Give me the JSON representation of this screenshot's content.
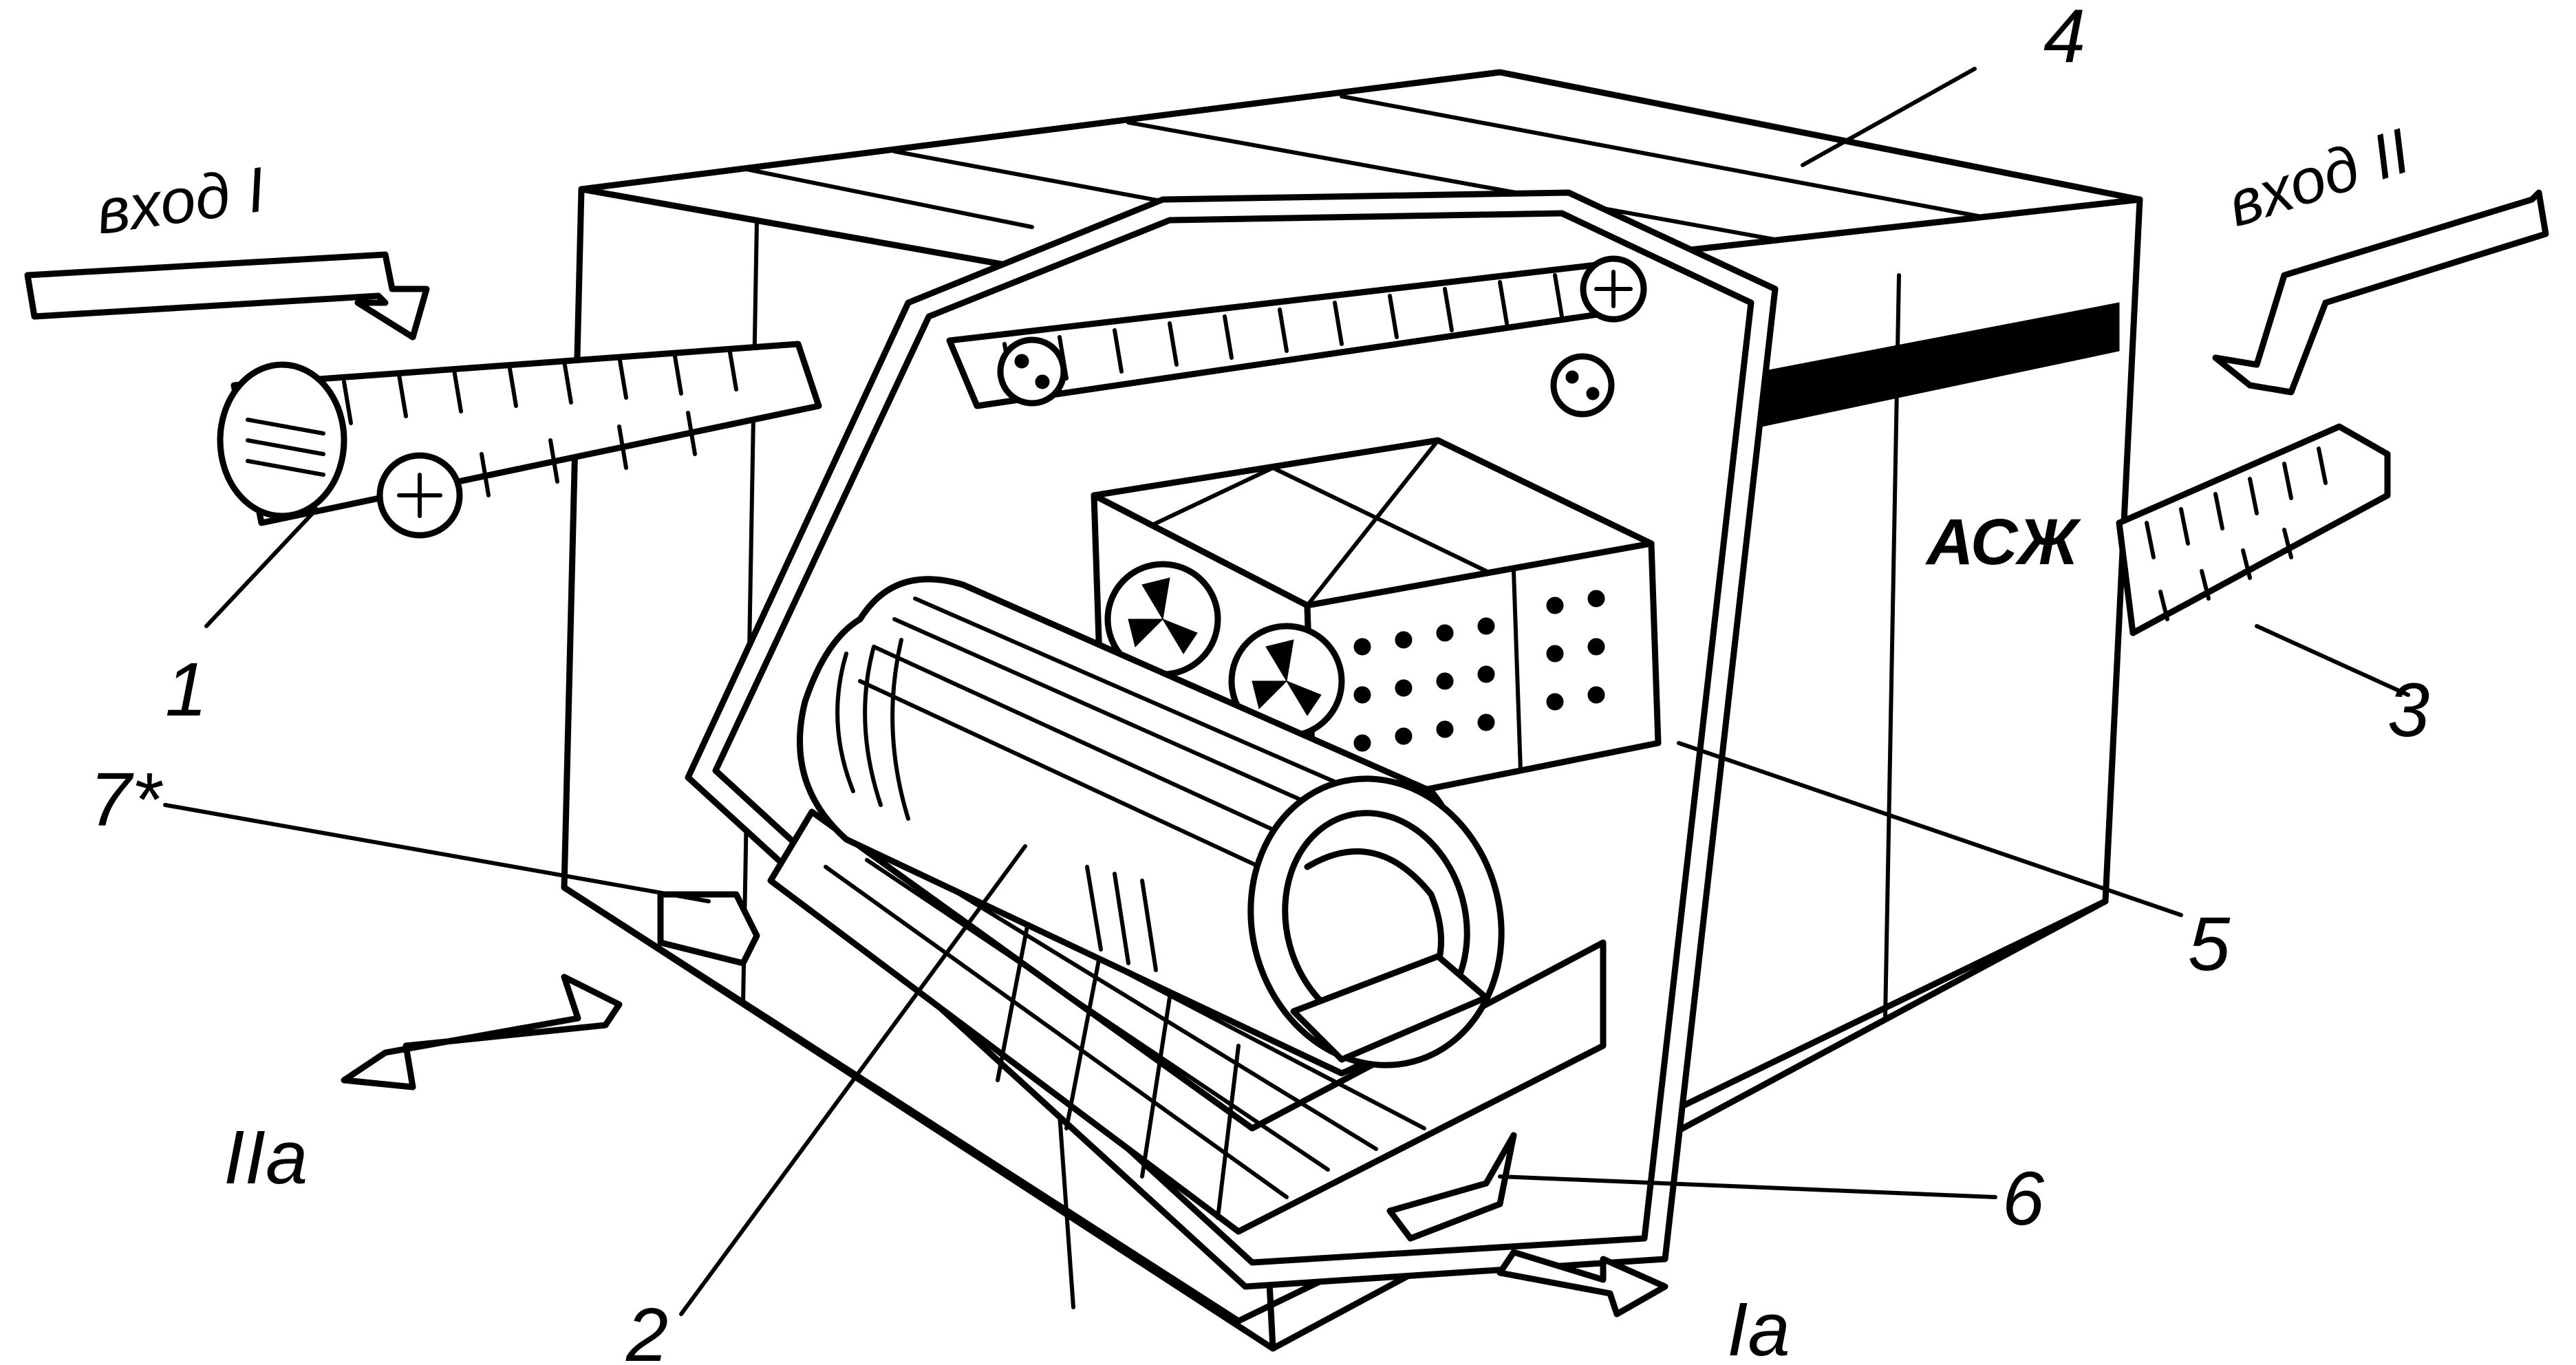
{
  "labels": {
    "input_1": "вход I",
    "input_2": "вход II",
    "output_1a": "Ia",
    "output_2a": "IIa",
    "unit_name": "АСЖ",
    "n1": "1",
    "n2": "2",
    "n3": "3",
    "n4": "4",
    "n5": "5",
    "n6": "6",
    "n7": "7*"
  },
  "colors": {
    "ink": "#000000",
    "paper": "#ffffff"
  }
}
